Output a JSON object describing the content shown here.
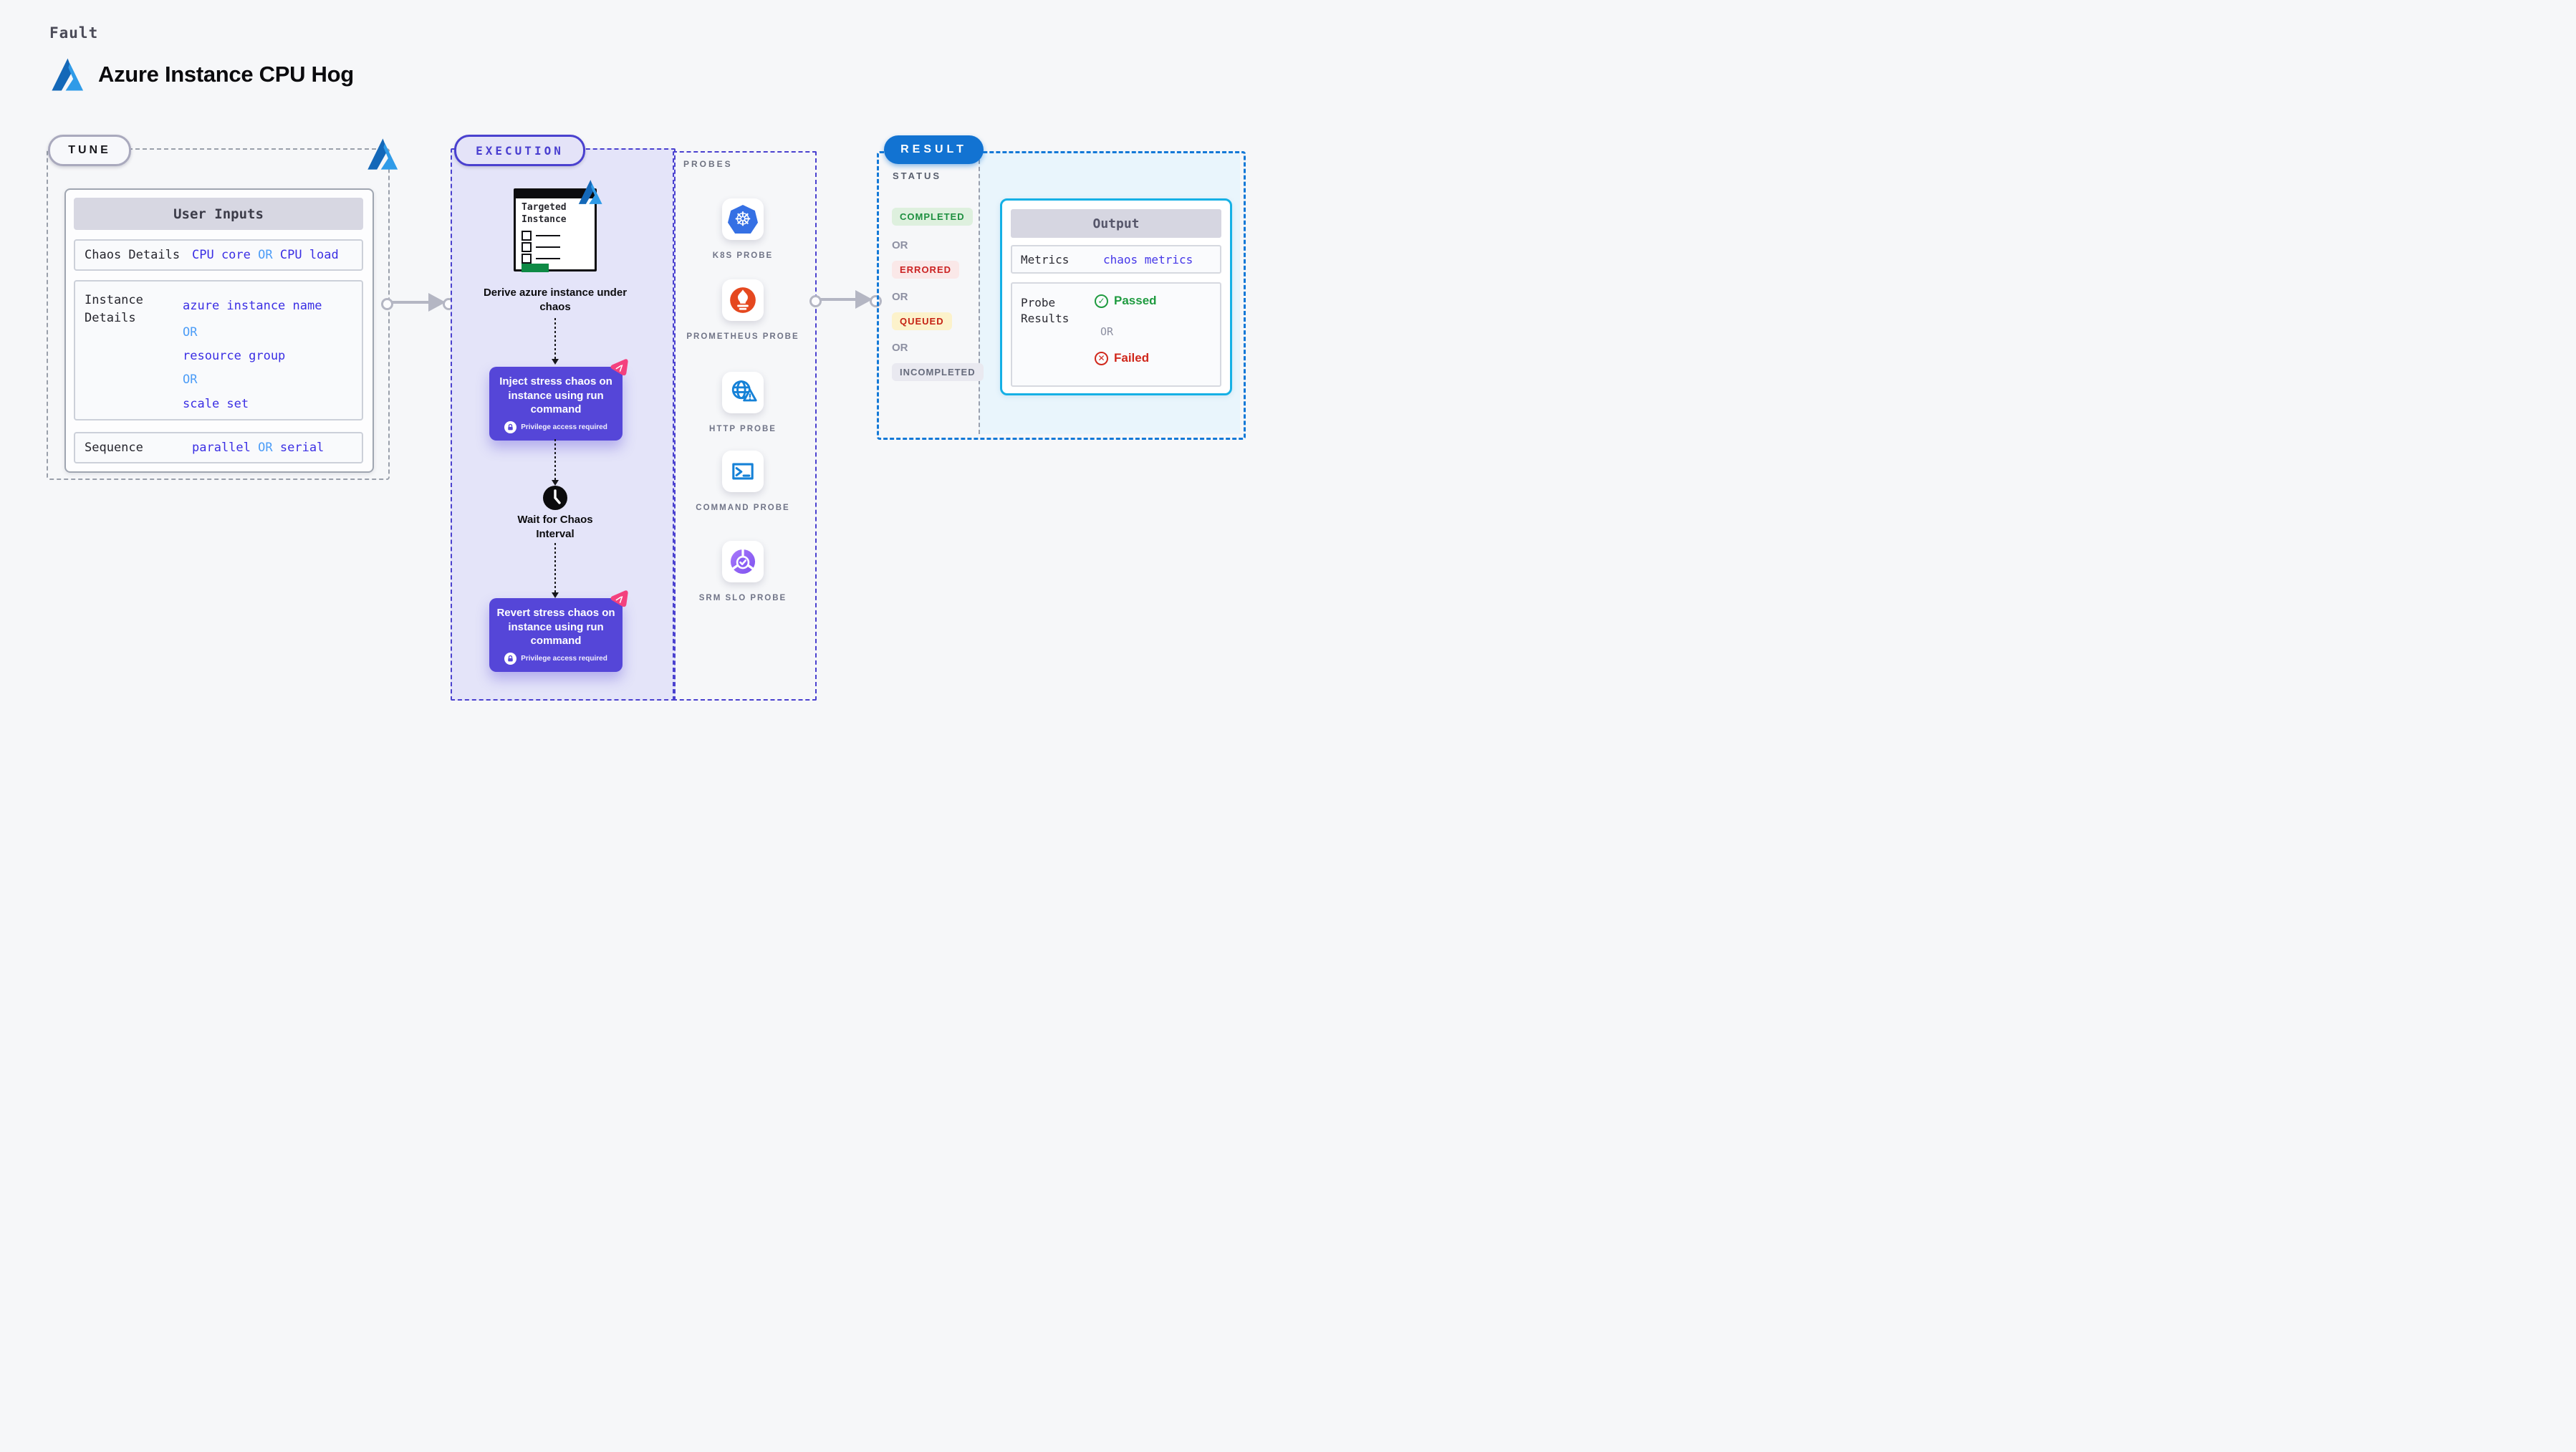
{
  "header": {
    "eyebrow": "Fault",
    "title": "Azure Instance CPU Hog"
  },
  "colors": {
    "azure_blue_dark": "#1468b8",
    "azure_blue_light": "#2f9be8",
    "indigo_border": "#4a41cf",
    "indigo_fill": "#e4e4f9",
    "purple_action": "#5546d8",
    "pink_logo": "#f4417e",
    "result_blue": "#1273d2",
    "cyan_border": "#15b0e5",
    "value_indigo": "#3b2fe4",
    "or_blue": "#4d9df7",
    "green": "#1d8f3f",
    "red": "#cb2222",
    "queued_bg": "#fcf2cb",
    "k8s_blue": "#3570e4",
    "prometheus_orange": "#e5481f",
    "http_blue": "#1581d7",
    "srm_purple": "#8a5ef5"
  },
  "tune": {
    "badge": "TUNE",
    "card_title": "User Inputs",
    "chaos_label": "Chaos Details",
    "chaos_value_1": "CPU core",
    "chaos_or": "OR",
    "chaos_value_2": "CPU load",
    "instance_label": "Instance Details",
    "instance_value_1": "azure instance name",
    "instance_or_1": "OR",
    "instance_value_2": "resource group",
    "instance_or_2": "OR",
    "instance_value_3": "scale set",
    "sequence_label": "Sequence",
    "sequence_value_1": "parallel",
    "sequence_or": "OR",
    "sequence_value_2": "serial"
  },
  "execution": {
    "badge": "EXECUTION",
    "target_card_title": "Targeted Instance",
    "step_derive": "Derive azure instance under chaos",
    "step_inject": "Inject stress chaos on instance using run command",
    "privilege_note": "Privilege access required",
    "step_wait": "Wait for Chaos Interval",
    "step_revert": "Revert stress chaos on instance using run command"
  },
  "probes": {
    "title": "PROBES",
    "items": [
      {
        "label": "K8S PROBE",
        "icon": "kubernetes-icon"
      },
      {
        "label": "PROMETHEUS PROBE",
        "icon": "prometheus-icon"
      },
      {
        "label": "HTTP PROBE",
        "icon": "http-globe-warning-icon"
      },
      {
        "label": "COMMAND PROBE",
        "icon": "terminal-icon"
      },
      {
        "label": "SRM SLO PROBE",
        "icon": "slo-pie-check-icon"
      }
    ]
  },
  "result": {
    "badge": "RESULT",
    "status_title": "STATUS",
    "status_completed": "COMPLETED",
    "or": "OR",
    "status_errored": "ERRORED",
    "status_queued": "QUEUED",
    "status_incompleted": "INCOMPLETED",
    "output": {
      "title": "Output",
      "metrics_label": "Metrics",
      "metrics_value": "chaos metrics",
      "probe_label": "Probe Results",
      "passed": "Passed",
      "or": "OR",
      "failed": "Failed"
    }
  }
}
